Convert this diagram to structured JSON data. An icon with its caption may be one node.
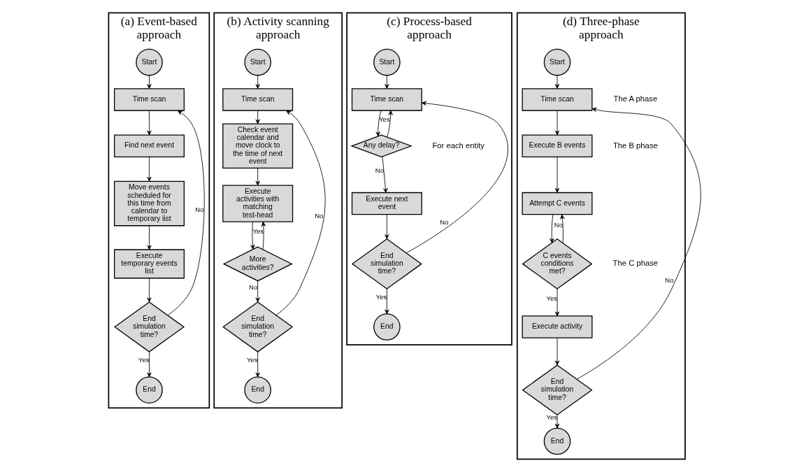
{
  "diagram": {
    "nodes": [
      {
        "text": [
          "(a) Event-based approach"
        ]
      },
      {
        "text": [
          "Start"
        ],
        "in": 0
      },
      {
        "text": [
          "Time scan"
        ],
        "in": 0
      },
      {
        "text": [
          "Find next event"
        ],
        "in": 0
      },
      {
        "text": [
          "Move events scheduled for this time from calendar to temporary list"
        ],
        "in": 0
      },
      {
        "text": [
          "Execute temporary events list"
        ],
        "in": 0
      },
      {
        "text": [
          "End simulation time?"
        ],
        "in": 0
      },
      {
        "text": [
          "End"
        ],
        "in": 0
      },
      {
        "text": [
          "(b) Activity scanning approach"
        ]
      },
      {
        "text": [
          "Start"
        ],
        "in": 8
      },
      {
        "text": [
          "Time scan"
        ],
        "in": 8
      },
      {
        "text": [
          "Check event calendar and move clock to the time of next event"
        ],
        "in": 8
      },
      {
        "text": [
          "Execute activities with matching test-head"
        ],
        "in": 8
      },
      {
        "text": [
          "More activities?"
        ],
        "in": 8
      },
      {
        "text": [
          "End simulation time?"
        ],
        "in": 8
      },
      {
        "text": [
          "End"
        ],
        "in": 8
      },
      {
        "text": [
          "(c) Process-based approach"
        ]
      },
      {
        "text": [
          "Start"
        ],
        "in": 16
      },
      {
        "text": [
          "Time scan"
        ],
        "in": 16
      },
      {
        "text": [
          "Any delay?"
        ],
        "in": 16
      },
      {
        "text": [
          "Execute next event"
        ],
        "in": 16
      },
      {
        "text": [
          "End simulation time?"
        ],
        "in": 16
      },
      {
        "text": [
          "End"
        ],
        "in": 16
      },
      {
        "text": [
          "(d) Three-phase approach"
        ]
      },
      {
        "text": [
          "Start"
        ],
        "in": 23
      },
      {
        "text": [
          "Time scan"
        ],
        "in": 23
      },
      {
        "text": [
          "Execute B events"
        ],
        "in": 23
      },
      {
        "text": [
          "Attempt C events"
        ],
        "in": 23
      },
      {
        "text": [
          "C events conditions met?"
        ],
        "in": 23
      },
      {
        "text": [
          "Execute activity"
        ],
        "in": 23
      },
      {
        "text": [
          "End simulation time?"
        ],
        "in": 23
      },
      {
        "text": [
          "End"
        ],
        "in": 23
      }
    ],
    "edges": [
      {
        "from": 1,
        "to": 2,
        "arrow": "to"
      },
      {
        "from": 2,
        "to": 3,
        "arrow": "to"
      },
      {
        "from": 3,
        "to": 4,
        "arrow": "to"
      },
      {
        "from": 4,
        "to": 5,
        "arrow": "to"
      },
      {
        "from": 5,
        "to": 6,
        "arrow": "to"
      },
      {
        "from": 6,
        "to": 2,
        "arrow": "to",
        "label": "No"
      },
      {
        "from": 6,
        "to": 7,
        "arrow": "to",
        "label": "Yes"
      },
      {
        "from": 9,
        "to": 10,
        "arrow": "to"
      },
      {
        "from": 10,
        "to": 11,
        "arrow": "to"
      },
      {
        "from": 11,
        "to": 12,
        "arrow": "to"
      },
      {
        "from": 12,
        "to": 13,
        "arrow": "to"
      },
      {
        "from": 13,
        "to": 12,
        "arrow": "to",
        "label": "Yes"
      },
      {
        "from": 13,
        "to": 14,
        "arrow": "to",
        "label": "No"
      },
      {
        "from": 14,
        "to": 10,
        "arrow": "to",
        "label": "No"
      },
      {
        "from": 14,
        "to": 15,
        "arrow": "to",
        "label": "Yes"
      },
      {
        "from": 17,
        "to": 18,
        "arrow": "to"
      },
      {
        "from": 18,
        "to": 19,
        "arrow": "to"
      },
      {
        "from": 19,
        "to": 18,
        "arrow": "to",
        "label": "Yes"
      },
      {
        "from": 19,
        "to": 20,
        "arrow": "to",
        "label": "No"
      },
      {
        "from": 20,
        "to": 21,
        "arrow": "to"
      },
      {
        "from": 21,
        "to": 18,
        "arrow": "to",
        "label": "No"
      },
      {
        "from": 21,
        "to": 22,
        "arrow": "to",
        "label": "Yes"
      },
      {
        "from": 24,
        "to": 25,
        "arrow": "to"
      },
      {
        "from": 25,
        "to": 26,
        "arrow": "to"
      },
      {
        "from": 26,
        "to": 27,
        "arrow": "to"
      },
      {
        "from": 27,
        "to": 28,
        "arrow": "to"
      },
      {
        "from": 28,
        "to": 27,
        "arrow": "to",
        "label": "No"
      },
      {
        "from": 28,
        "to": 29,
        "arrow": "to",
        "label": "Yes"
      },
      {
        "from": 29,
        "to": 30,
        "arrow": "to"
      },
      {
        "from": 30,
        "to": 25,
        "arrow": "to",
        "label": "No"
      },
      {
        "from": 30,
        "to": 31,
        "arrow": "to",
        "label": "Yes"
      }
    ],
    "labels": [
      "For each entity",
      "The A phase",
      "The B phase",
      "The C phase"
    ]
  }
}
